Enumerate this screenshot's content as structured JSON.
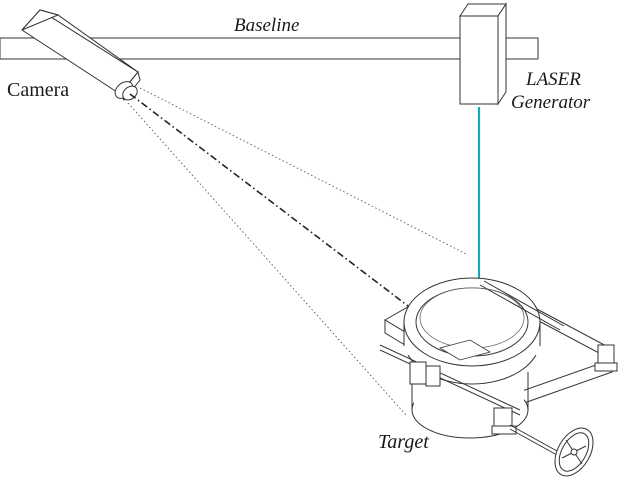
{
  "figure": {
    "title": "Laser triangulation measurement setup",
    "labels": {
      "baseline": "Baseline",
      "camera": "Camera",
      "laser_line1": "LASER",
      "laser_line2": "Generator",
      "target": "Target"
    },
    "components": [
      {
        "id": "baseline",
        "name": "Baseline rail"
      },
      {
        "id": "camera",
        "name": "Camera"
      },
      {
        "id": "laser",
        "name": "LASER Generator"
      },
      {
        "id": "target",
        "name": "Target (ring on cart)"
      }
    ],
    "rays": [
      {
        "id": "laser-beam",
        "style": "solid-arrow",
        "from": "laser",
        "to": "target"
      },
      {
        "id": "camera-optical-axis",
        "style": "dash-dot-arrow",
        "from": "camera",
        "to": "target"
      },
      {
        "id": "camera-fov-upper",
        "style": "dotted",
        "from": "camera"
      },
      {
        "id": "camera-fov-lower",
        "style": "dotted",
        "from": "camera"
      }
    ],
    "colors": {
      "laser_beam": "#1aa7b5",
      "line": "#3a3a3a",
      "text": "#1a1a1a",
      "background": "#ffffff"
    }
  }
}
